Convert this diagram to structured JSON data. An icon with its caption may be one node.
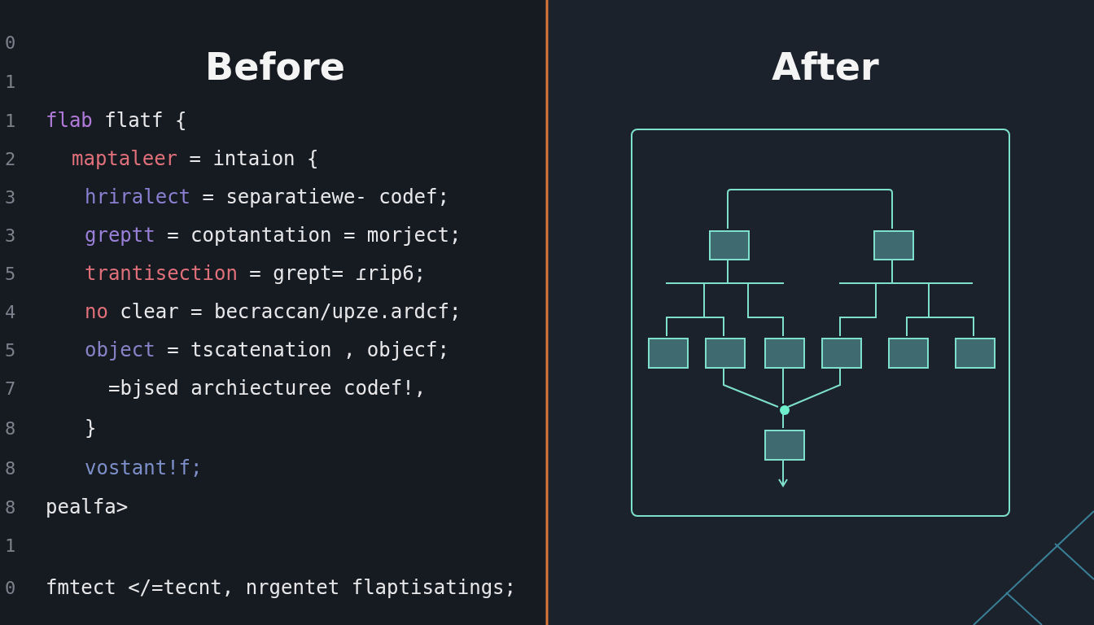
{
  "diagram": {
    "nodes": [
      {
        "text": [],
        "shape": "box"
      },
      {
        "text": [],
        "shape": "box",
        "in": 0
      },
      {
        "text": [],
        "shape": "box",
        "in": 0
      },
      {
        "text": [],
        "shape": "box",
        "in": 0
      },
      {
        "text": [],
        "shape": "box",
        "in": 0
      },
      {
        "text": [],
        "shape": "box",
        "in": 0
      },
      {
        "text": [],
        "shape": "box",
        "in": 0
      },
      {
        "text": [],
        "shape": "box",
        "in": 0
      },
      {
        "text": [],
        "shape": "box",
        "in": 0
      },
      {
        "text": [],
        "shape": "circle",
        "in": 0
      },
      {
        "text": [],
        "shape": "box",
        "in": 0
      }
    ],
    "edges": [
      {
        "from": 1,
        "to": 2,
        "arrow": "none"
      },
      {
        "from": 1,
        "to": 3,
        "arrow": "none"
      },
      {
        "from": 1,
        "to": 4,
        "arrow": "none"
      },
      {
        "from": 1,
        "to": 5,
        "arrow": "none"
      },
      {
        "from": 2,
        "to": 6,
        "arrow": "none"
      },
      {
        "from": 2,
        "to": 7,
        "arrow": "none"
      },
      {
        "from": 2,
        "to": 8,
        "arrow": "none"
      },
      {
        "from": 4,
        "to": 9,
        "arrow": "none"
      },
      {
        "from": 5,
        "to": 9,
        "arrow": "none"
      },
      {
        "from": 6,
        "to": 9,
        "arrow": "none"
      },
      {
        "from": 9,
        "to": 10,
        "arrow": "none"
      },
      {
        "from": 10,
        "to": null,
        "arrow": "to"
      }
    ],
    "labels": [
      "Before",
      "After",
      "0",
      "1",
      "1",
      "flab flatf {",
      "2",
      "maptaleer = intaion {",
      "3",
      "hriralect = separatiewe- codef;",
      "3",
      "greptt = coptantation = morject;",
      "5",
      "trantisection = grept= ɾrip6;",
      "4",
      "no clear = becraccan/upze.ardcf;",
      "5",
      "object = tscatenation , objecf;",
      "7",
      "=bjsed archiecturee codef!,",
      "8",
      "}",
      "8",
      "vostant!f;",
      "8",
      "pealfa>",
      "1",
      "0",
      "fmtect </=tecnt, nrgentet flaptisatings;"
    ]
  }
}
